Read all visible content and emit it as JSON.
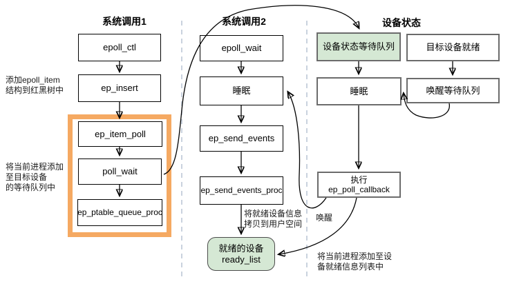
{
  "colors": {
    "highlight_border": "#f5a962",
    "green_fill": "#d5e8d4",
    "green_border": "#6b6b6b",
    "divider": "#c9d2de"
  },
  "col1": {
    "title": "系统调用1",
    "epoll_ctl": "epoll_ctl",
    "ep_insert": "ep_insert",
    "ep_item_poll": "ep_item_poll",
    "poll_wait": "poll_wait",
    "ep_ptable_queue_proc": "ep_ptable_queue_proc",
    "note_insert": "添加epoll_item\n结构到红黑树中",
    "note_group": "将当前进程添加\n至目标设备\n的等待队列中"
  },
  "col2": {
    "title": "系统调用2",
    "epoll_wait": "epoll_wait",
    "sleep": "睡眠",
    "ep_send_events": "ep_send_events",
    "ep_send_events_proc": "ep_send_events_proc",
    "ready_list": "就绪的设备\nready_list",
    "note_copy": "将就绪设备信息\n拷贝到用户空间"
  },
  "col3": {
    "title": "设备状态",
    "device_wait_queue": "设备状态等待队列",
    "target_device_ready": "目标设备就绪",
    "sleep": "睡眠",
    "wake_wait_queue": "唤醒等待队列",
    "ep_poll_callback": "执行\nep_poll_callback",
    "note_wake": "唤醒",
    "note_add": "将当前进程添加至设\n备就绪信息列表中"
  }
}
